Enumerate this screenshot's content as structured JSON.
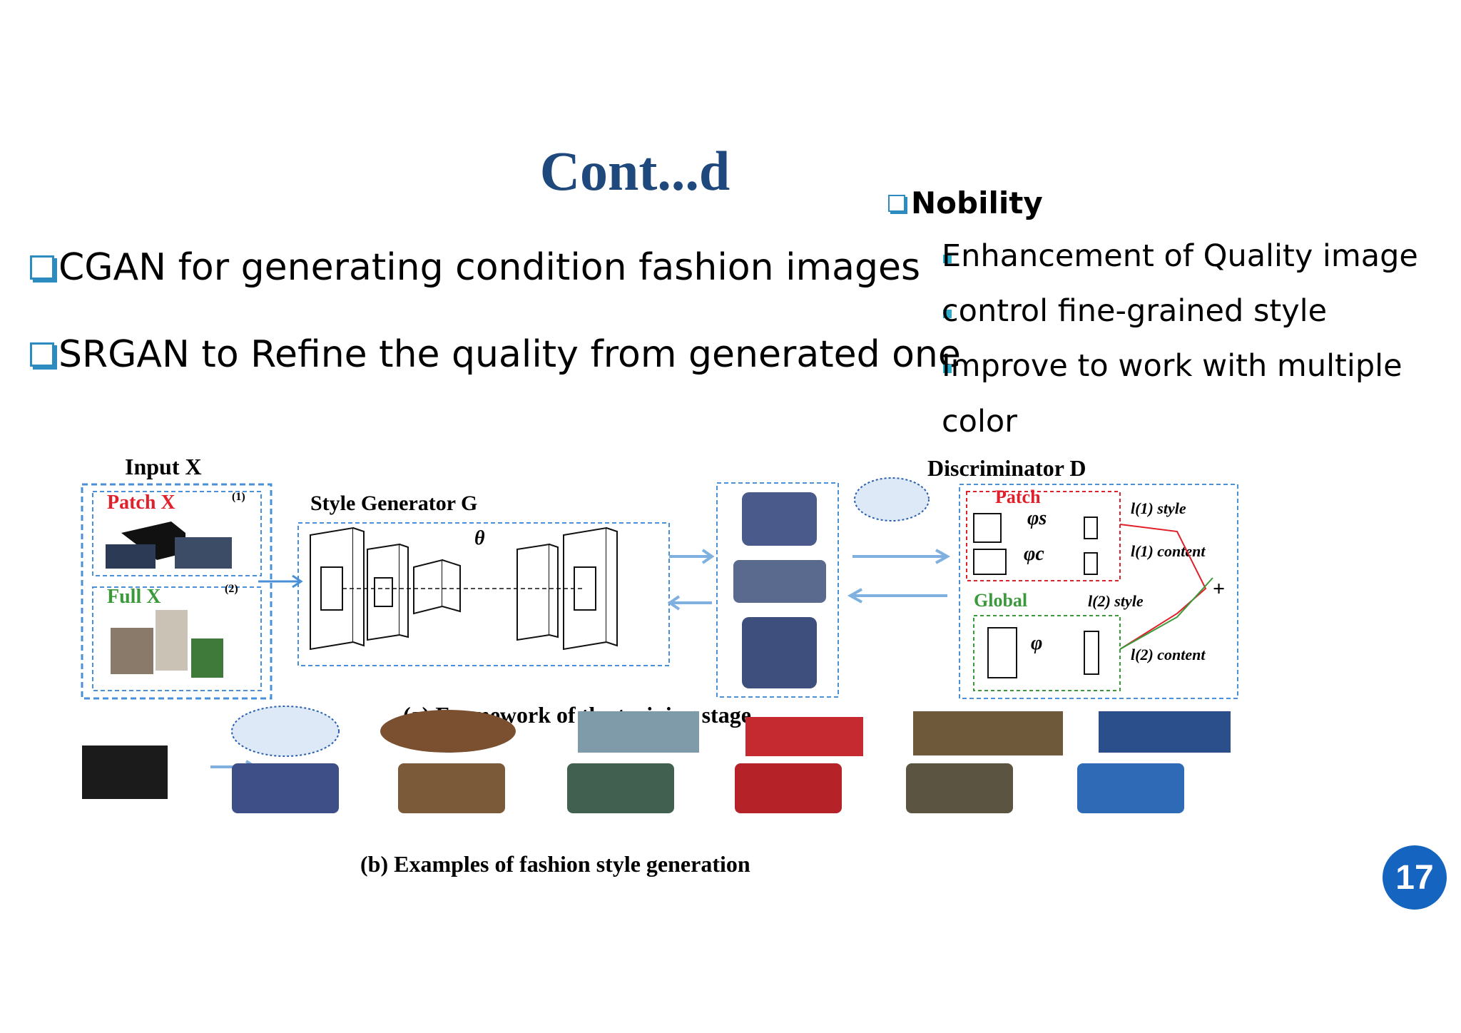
{
  "slide": {
    "title": "Cont...d",
    "left_bullets": [
      "CGAN for generating condition fashion images",
      "SRGAN to Refine the quality from generated one"
    ],
    "nobility": {
      "heading": "Nobility",
      "items": [
        "Enhancement of Quality image",
        "control fine-grained style",
        "Improve to work with multiple",
        "color"
      ]
    },
    "page_number": "17"
  },
  "figure": {
    "input_label": "Input X",
    "patch_label": "Patch X",
    "patch_sup": "(1)",
    "full_label": "Full X",
    "full_sup": "(2)",
    "generator_label": "Style Generator G",
    "theta": "θ",
    "discriminator_label": "Discriminator D",
    "disc_patch_label": "Patch",
    "phi_s": "φs",
    "phi_c": "φc",
    "global_label": "Global",
    "phi": "φ",
    "l_style_1": "l(1) style",
    "l_content_1": "l(1) content",
    "l_style_2": "l(2) style",
    "l_content_2": "l(2) content",
    "plus": "+",
    "caption_a": "(a) Framework of the training stage",
    "caption_b": "(b) Examples of fashion style generation"
  },
  "colors": {
    "title": "#1f497d",
    "bullet_box": "#2e8bc0",
    "sub_bullet": "#2eaacb",
    "page_badge": "#1565c0",
    "dash_blue": "#4a90d9",
    "red": "#e0202a",
    "green": "#3a9a3a"
  }
}
